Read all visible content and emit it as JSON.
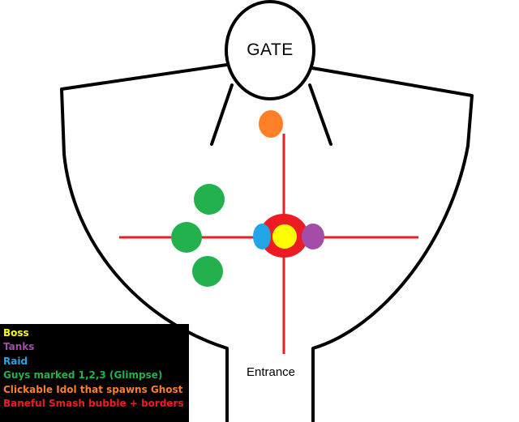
{
  "labels": {
    "gate": "GATE",
    "entrance": "Entrance"
  },
  "legend": [
    {
      "text": "Boss",
      "color": "#ffff00"
    },
    {
      "text": "Tanks",
      "color": "#a34ca8"
    },
    {
      "text": "Raid",
      "color": "#22a5e6"
    },
    {
      "text": "Guys marked 1,2,3 (Glimpse)",
      "color": "#22b14c"
    },
    {
      "text": "Clickable Idol that spawns Ghost",
      "color": "#ff7f27"
    },
    {
      "text": "Baneful Smash bubble + borders",
      "color": "#ed1c24"
    }
  ],
  "colors": {
    "boss": "#ffff00",
    "tank": "#a34ca8",
    "raid": "#22a5e6",
    "glimpse": "#22b14c",
    "idol": "#ff7f27",
    "bubble": "#ed1c24",
    "outline": "#000000"
  }
}
